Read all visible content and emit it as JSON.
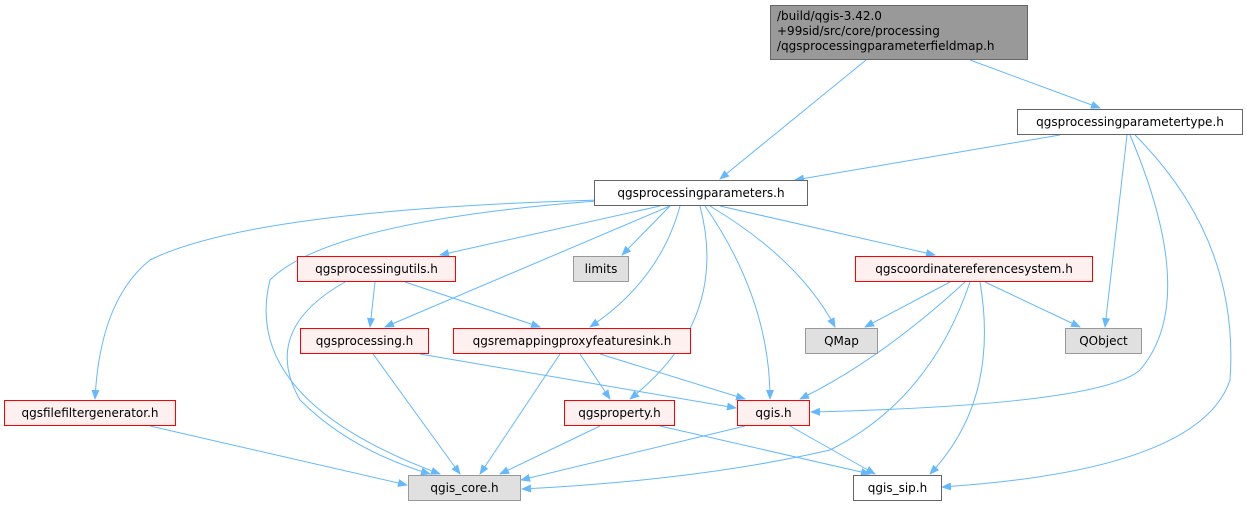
{
  "graph": {
    "edge_color": "#63b8ff",
    "nodes": {
      "root": {
        "line1": "/build/qgis-3.42.0",
        "line2": "+99sid/src/core/processing",
        "line3": "/qgsprocessingparameterfieldmap.h"
      },
      "ptype": "qgsprocessingparametertype.h",
      "params": "qgsprocessingparameters.h",
      "putils": "qgsprocessingutils.h",
      "limits": "limits",
      "crs": "qgscoordinatereferencesystem.h",
      "proc": "qgsprocessing.h",
      "remap": "qgsremappingproxyfeaturesink.h",
      "qmap": "QMap",
      "qobject": "QObject",
      "ffg": "qgsfilefiltergenerator.h",
      "prop": "qgsproperty.h",
      "qgis": "qgis.h",
      "core": "qgis_core.h",
      "sip": "qgis_sip.h"
    }
  }
}
